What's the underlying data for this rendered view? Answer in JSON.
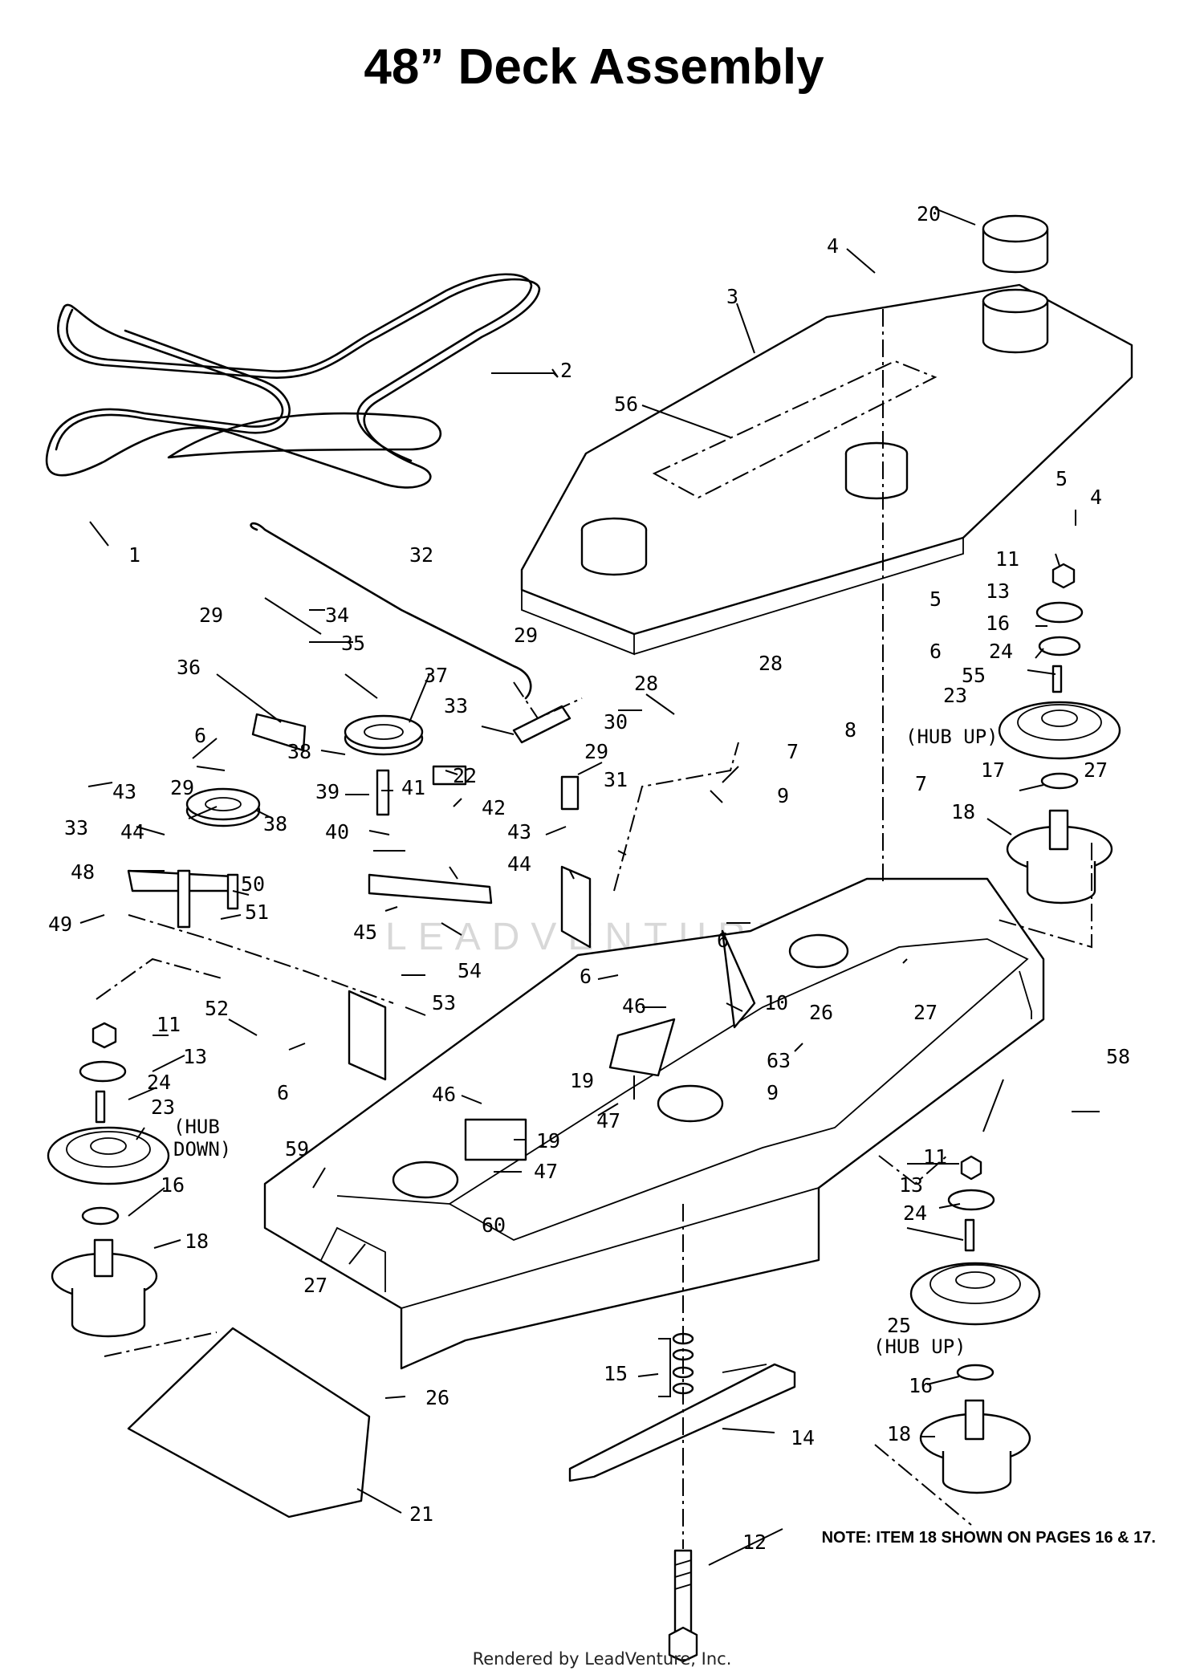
{
  "title": "48” Deck Assembly",
  "note": "NOTE: ITEM 18 SHOWN ON PAGES 16 & 17.",
  "footer": "Rendered by LeadVenture, Inc.",
  "watermark": "LEADVENTURE",
  "orientation_labels": {
    "hub_up": "(HUB UP)",
    "hub_down_line1": "(HUB",
    "hub_down_line2": "DOWN)"
  },
  "callouts": [
    "1",
    "2",
    "3",
    "4",
    "4",
    "5",
    "5",
    "6",
    "6",
    "6",
    "6",
    "6",
    "7",
    "7",
    "8",
    "9",
    "9",
    "10",
    "11",
    "11",
    "11",
    "12",
    "13",
    "13",
    "13",
    "14",
    "15",
    "16",
    "16",
    "16",
    "17",
    "18",
    "18",
    "18",
    "19",
    "19",
    "20",
    "21",
    "22",
    "23",
    "23",
    "24",
    "24",
    "24",
    "25",
    "26",
    "26",
    "27",
    "27",
    "27",
    "28",
    "28",
    "29",
    "29",
    "29",
    "29",
    "30",
    "31",
    "32",
    "33",
    "33",
    "34",
    "35",
    "36",
    "37",
    "38",
    "38",
    "39",
    "40",
    "41",
    "42",
    "43",
    "43",
    "44",
    "44",
    "45",
    "46",
    "46",
    "47",
    "47",
    "48",
    "49",
    "50",
    "51",
    "52",
    "53",
    "54",
    "55",
    "56",
    "58",
    "59",
    "60",
    "63"
  ]
}
